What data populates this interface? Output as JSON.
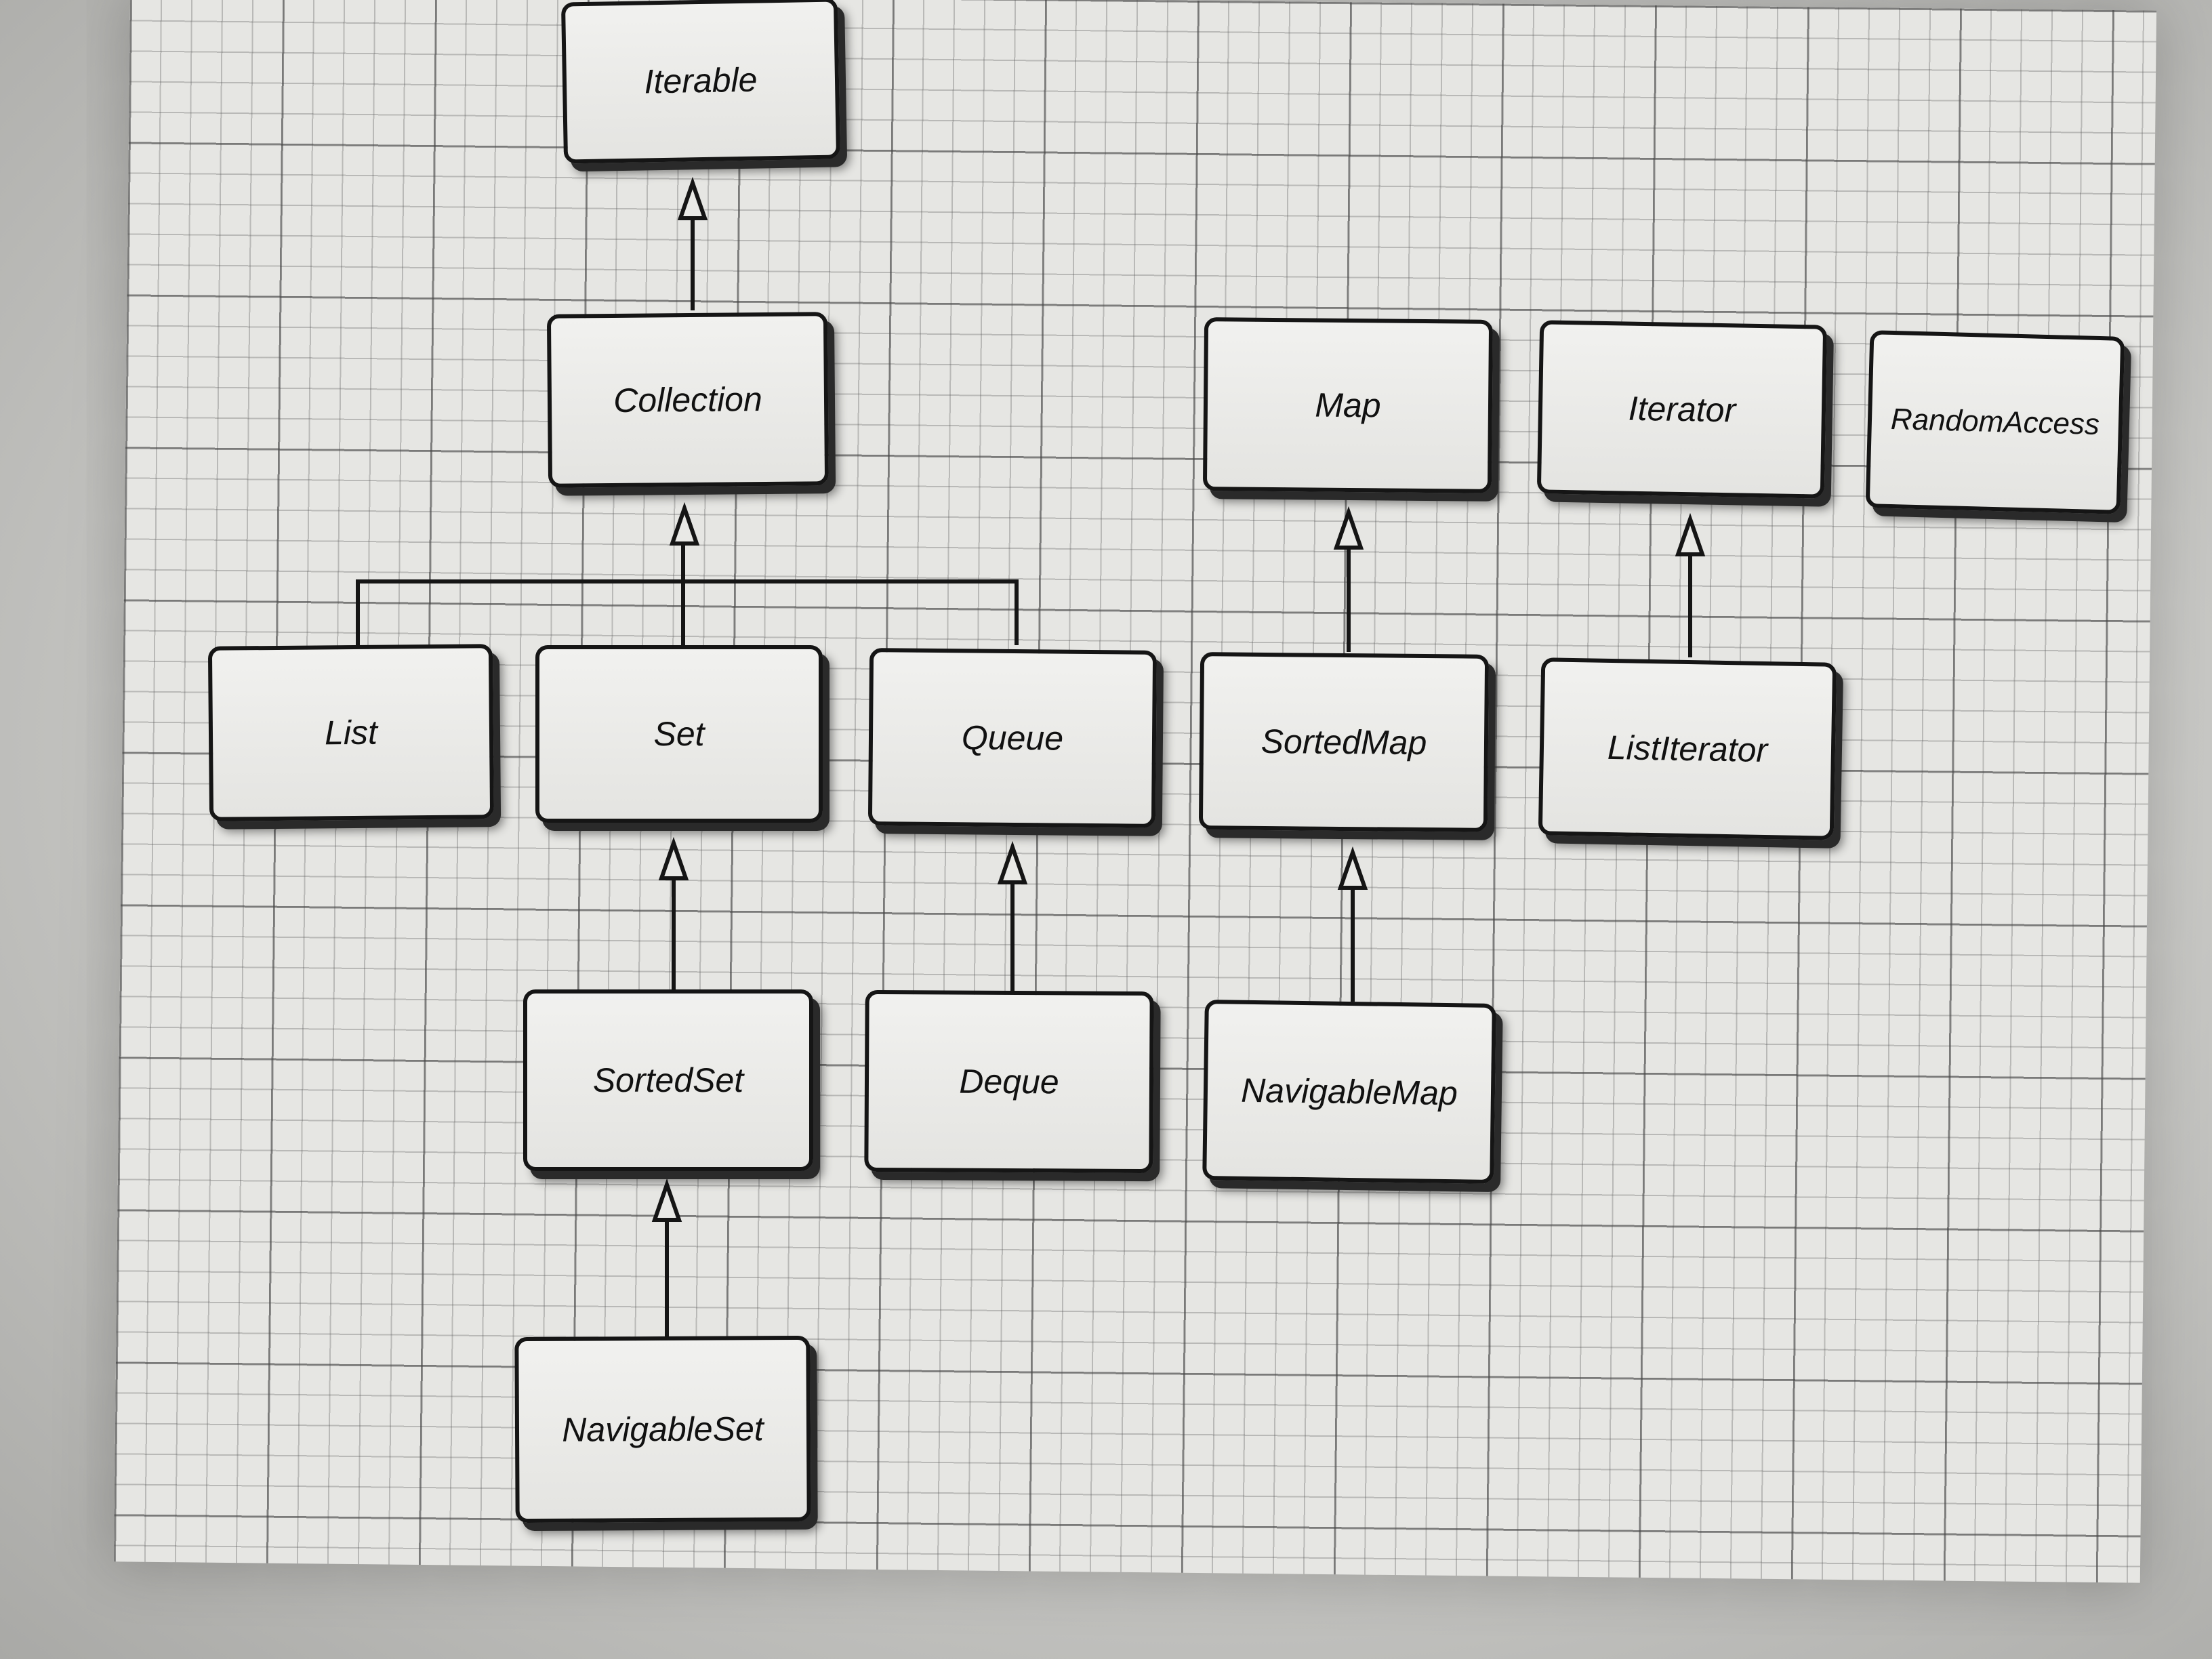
{
  "diagram": {
    "nodes": {
      "iterable": "Iterable",
      "collection": "Collection",
      "map": "Map",
      "iterator": "Iterator",
      "random_access": "RandomAccess",
      "list": "List",
      "set": "Set",
      "queue": "Queue",
      "sorted_map": "SortedMap",
      "list_iterator": "ListIterator",
      "sorted_set": "SortedSet",
      "deque": "Deque",
      "navigable_map": "NavigableMap",
      "navigable_set": "NavigableSet"
    },
    "edges": [
      {
        "from": "collection",
        "to": "iterable"
      },
      {
        "from": "list",
        "to": "collection"
      },
      {
        "from": "set",
        "to": "collection"
      },
      {
        "from": "queue",
        "to": "collection"
      },
      {
        "from": "sorted_map",
        "to": "map"
      },
      {
        "from": "list_iterator",
        "to": "iterator"
      },
      {
        "from": "sorted_set",
        "to": "set"
      },
      {
        "from": "deque",
        "to": "queue"
      },
      {
        "from": "navigable_map",
        "to": "sorted_map"
      },
      {
        "from": "navigable_set",
        "to": "sorted_set"
      }
    ]
  }
}
